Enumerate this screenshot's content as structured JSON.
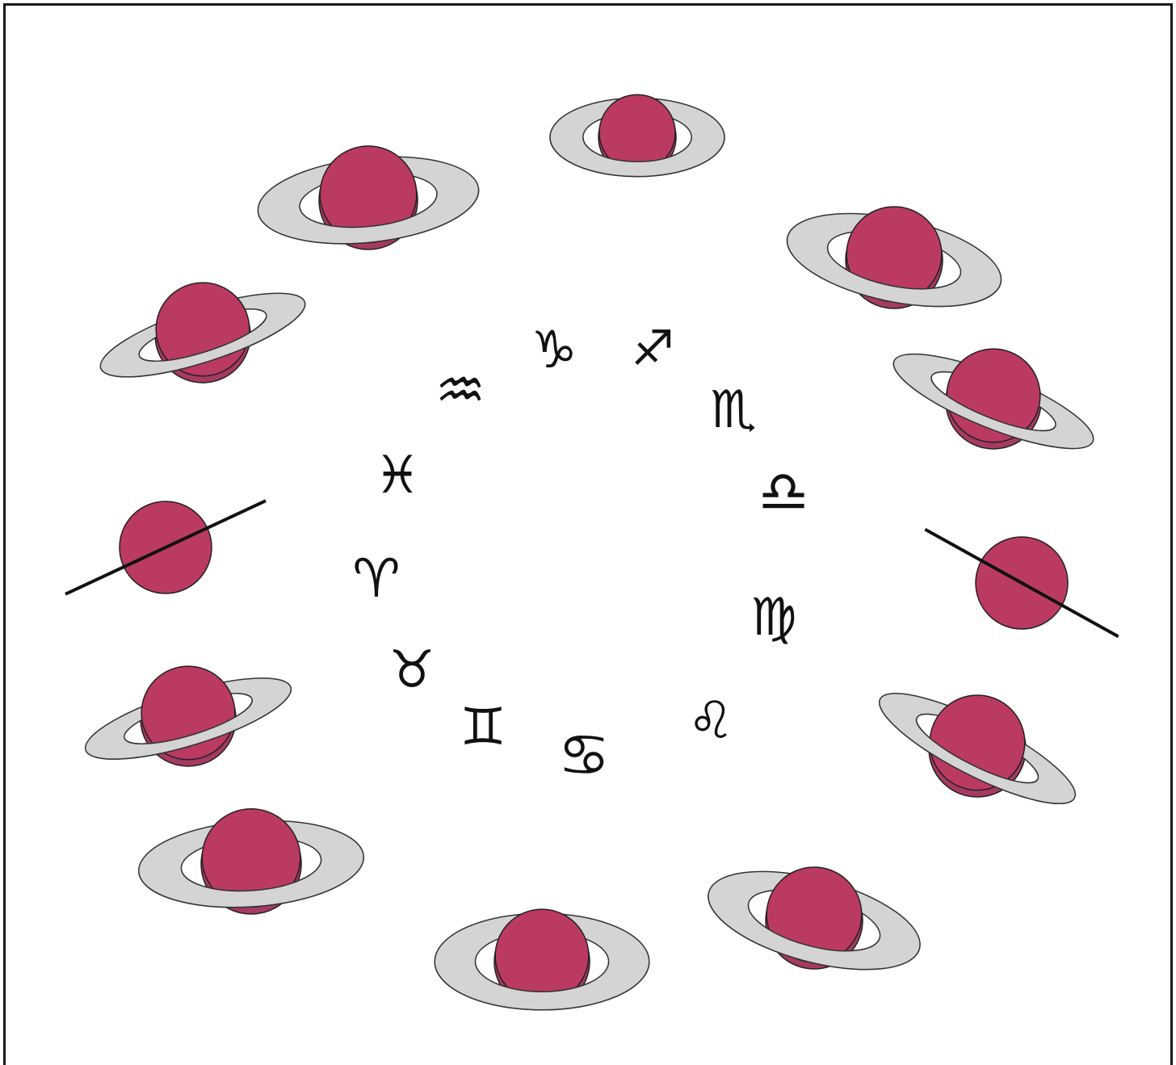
{
  "colors": {
    "background": "#ffffff",
    "frame": "#1a1a1a",
    "ring_fill": "#d4d4d4",
    "ring_stroke": "#333333",
    "planet_front": "#bb3a62",
    "planet_back": "#a53a62",
    "outline": "#222222",
    "ring_edge_line": "#111111",
    "glyph": "#111111"
  },
  "planets": [
    {
      "name": "saturn-top",
      "tilt_deg": 0,
      "ring_openness": 0.45
    },
    {
      "name": "saturn-upper-right",
      "tilt_deg": 12,
      "ring_openness": 0.38
    },
    {
      "name": "saturn-right-upper",
      "tilt_deg": 22,
      "ring_openness": 0.25
    },
    {
      "name": "saturn-right-edge-on",
      "tilt_deg": 29,
      "ring_openness": 0
    },
    {
      "name": "saturn-right-lower",
      "tilt_deg": 27,
      "ring_openness": 0.25
    },
    {
      "name": "saturn-lower-right",
      "tilt_deg": 15,
      "ring_openness": 0.38
    },
    {
      "name": "saturn-bottom",
      "tilt_deg": 0,
      "ring_openness": 0.45
    },
    {
      "name": "saturn-lower-left",
      "tilt_deg": -4,
      "ring_openness": 0.38
    },
    {
      "name": "saturn-left-lower",
      "tilt_deg": -17,
      "ring_openness": 0.25
    },
    {
      "name": "saturn-left-edge-on",
      "tilt_deg": -25,
      "ring_openness": 0
    },
    {
      "name": "saturn-left-upper",
      "tilt_deg": -18,
      "ring_openness": 0.25
    },
    {
      "name": "saturn-upper-left",
      "tilt_deg": -6,
      "ring_openness": 0.38
    }
  ],
  "zodiac": [
    {
      "name": "capricorn-symbol",
      "symbol": "♑"
    },
    {
      "name": "sagittarius-symbol",
      "symbol": "♐"
    },
    {
      "name": "scorpio-symbol",
      "symbol": "♏"
    },
    {
      "name": "libra-symbol",
      "symbol": "♎"
    },
    {
      "name": "virgo-symbol",
      "symbol": "♍"
    },
    {
      "name": "leo-symbol",
      "symbol": "♌"
    },
    {
      "name": "cancer-symbol",
      "symbol": "♋"
    },
    {
      "name": "gemini-symbol",
      "symbol": "♊"
    },
    {
      "name": "taurus-symbol",
      "symbol": "♉"
    },
    {
      "name": "aries-symbol",
      "symbol": "♈"
    },
    {
      "name": "pisces-symbol",
      "symbol": "♓"
    },
    {
      "name": "aquarius-symbol",
      "symbol": "♒"
    }
  ]
}
